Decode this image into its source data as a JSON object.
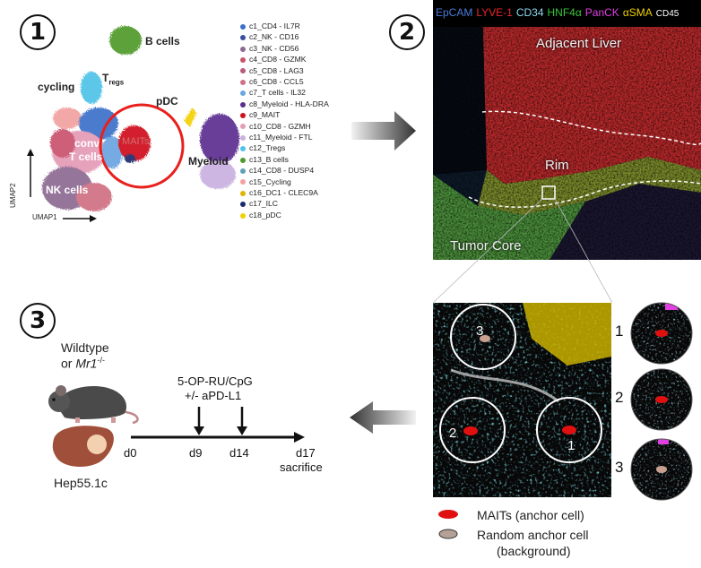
{
  "steps": {
    "one": "1",
    "two": "2",
    "three": "3"
  },
  "umap": {
    "clusters": {
      "b_cells": "B cells",
      "tregs_main": "T",
      "tregs_sub": "regs",
      "cycling": "cycling",
      "pdc": "pDC",
      "mait": "MAITs",
      "conv_t": "conv",
      "conv_t2": "T cells",
      "nk": "NK cells",
      "myeloid": "Myeloid"
    },
    "axis_y": "UMAP2",
    "axis_x": "UMAP1",
    "legend": [
      {
        "label": "c1_CD4 - IL7R",
        "color": "#3b6fc9"
      },
      {
        "label": "c2_NK - CD16",
        "color": "#3a4f9e"
      },
      {
        "label": "c3_NK - CD56",
        "color": "#8e6a92"
      },
      {
        "label": "c4_CD8 - GZMK",
        "color": "#c9536d"
      },
      {
        "label": "c5_CD8 - LAG3",
        "color": "#b85a7e"
      },
      {
        "label": "c6_CD8 - CCL5",
        "color": "#d06f84"
      },
      {
        "label": "c7_T cells - IL32",
        "color": "#6ba4e0"
      },
      {
        "label": "c8_Myeloid - HLA-DRA",
        "color": "#5c2d91"
      },
      {
        "label": "c9_MAIT",
        "color": "#d0101a"
      },
      {
        "label": "c10_CD8 - GZMH",
        "color": "#e59bb6"
      },
      {
        "label": "c11_Myeloid - FTL",
        "color": "#c9b0e0"
      },
      {
        "label": "c12_Tregs",
        "color": "#4fc3e8"
      },
      {
        "label": "c13_B cells",
        "color": "#4f9a2c"
      },
      {
        "label": "c14_CD8 - DUSP4",
        "color": "#5fa0b8"
      },
      {
        "label": "c15_Cycling",
        "color": "#f2a1a1"
      },
      {
        "label": "c16_DC1 - CLEC9A",
        "color": "#e0b400"
      },
      {
        "label": "c17_ILC",
        "color": "#1a2a6c"
      },
      {
        "label": "c18_pDC",
        "color": "#f2d000"
      }
    ]
  },
  "imaging": {
    "markers": [
      {
        "label": "EpCAM",
        "color": "#4b7bd9"
      },
      {
        "label": "LYVE-1",
        "color": "#e8262a"
      },
      {
        "label": "CD34",
        "color": "#8fd8f0"
      },
      {
        "label": "HNF4α",
        "color": "#3bc43b"
      },
      {
        "label": "PanCK",
        "color": "#e040e0"
      },
      {
        "label": "αSMA",
        "color": "#f0d000"
      },
      {
        "label": "CD45",
        "color": "#ffffff"
      }
    ],
    "regions": {
      "adjacent": "Adjacent Liver",
      "rim": "Rim",
      "tumor": "Tumor Core"
    }
  },
  "neighborhood": {
    "circle_labels": [
      "3",
      "2",
      "1"
    ],
    "side_labels": [
      "1",
      "2",
      "3"
    ],
    "legend_mait": "MAITs (anchor cell)",
    "legend_random_1": "Random anchor cell",
    "legend_random_2": "(background)"
  },
  "experiment": {
    "mouse_line1": "Wildtype",
    "mouse_line2_prefix": "or ",
    "mouse_line2_gene": "Mr1",
    "mouse_line2_sup": "-/-",
    "tumor": "Hep55.1c",
    "treatment1": "5-OP-RU/CpG",
    "treatment2": "+/- aPD-L1",
    "timepoints": [
      "d0",
      "d9",
      "d14",
      "d17"
    ],
    "endpoint": "sacrifice"
  }
}
